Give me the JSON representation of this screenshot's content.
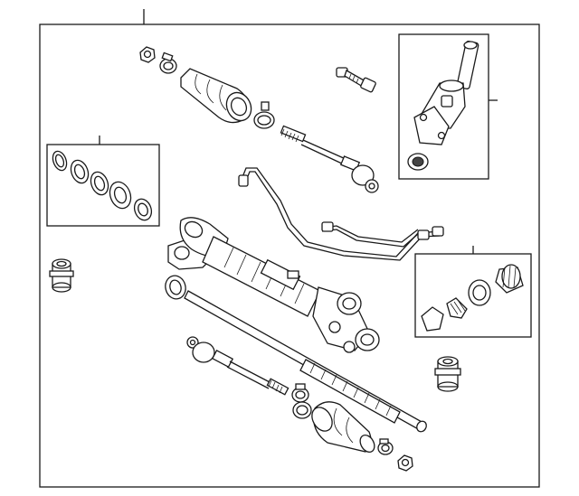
{
  "diagram": {
    "type": "exploded-parts-diagram",
    "callout_style": "leader-lines-without-numbers",
    "line_color": "#1a1a1a",
    "background": "#ffffff",
    "parts": [
      "main-frame",
      "inner-tie-rod-upper",
      "outer-boot-upper",
      "boot-clamp",
      "lock-nut",
      "mount-bolt",
      "pinion-valve-assembly",
      "pinion-seal",
      "seal-kit",
      "mount-bushing-left",
      "feed-line-tubes",
      "rack-housing",
      "rack-bar",
      "rack-seal",
      "inner-tie-rod-lower",
      "outer-boot-lower",
      "adjuster-kit",
      "mount-bushing-right"
    ]
  }
}
